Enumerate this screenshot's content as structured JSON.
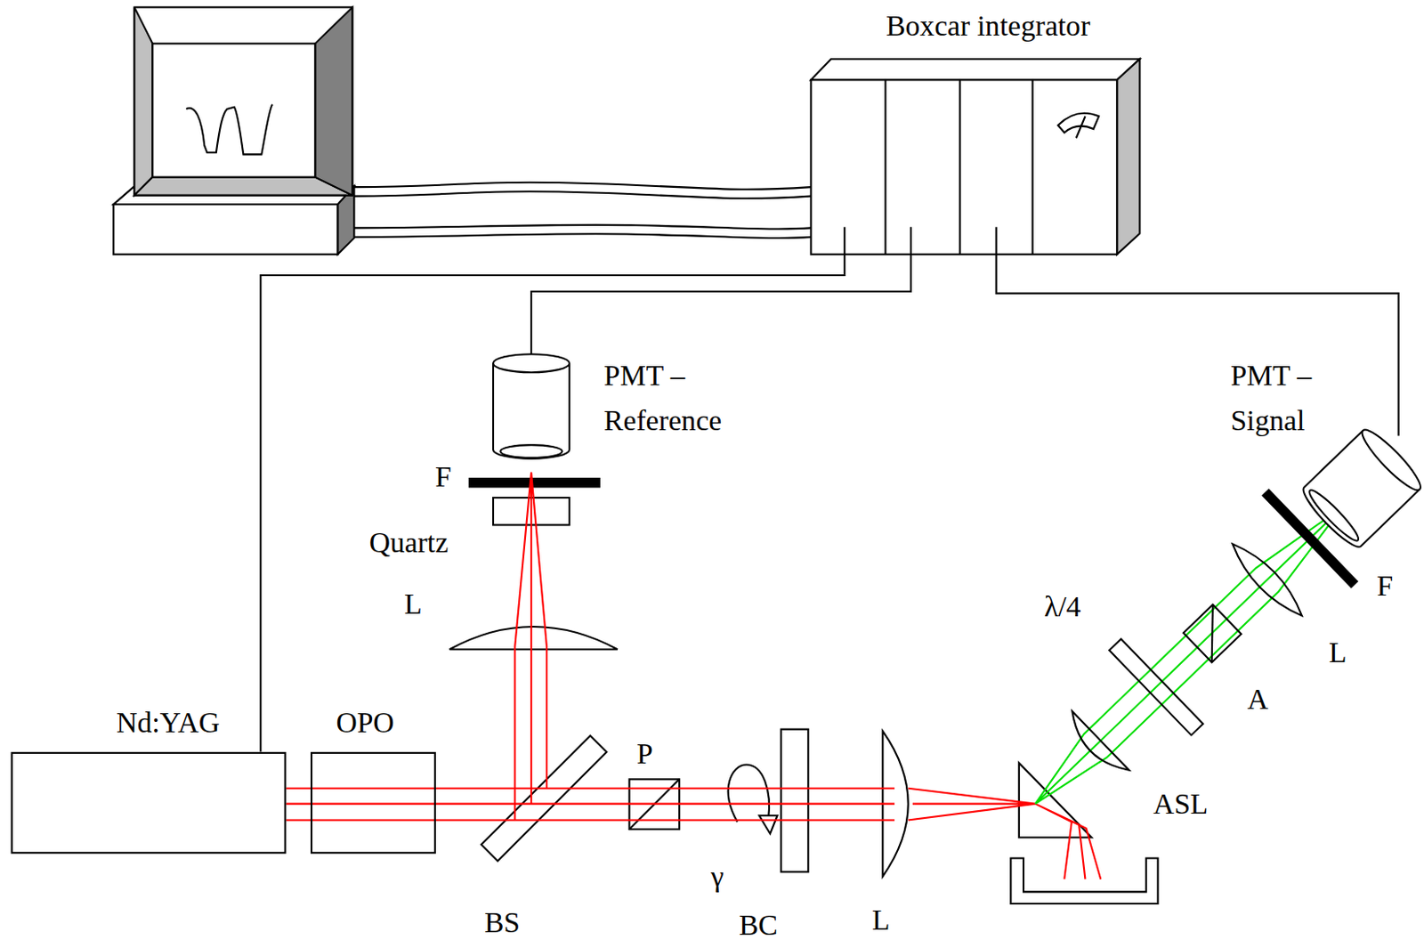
{
  "diagram": {
    "nodes": [
      {
        "text": [
          "Boxcar integrator"
        ]
      },
      {
        "text": [
          "PMT – Reference"
        ]
      },
      {
        "text": [
          "PMT – Signal"
        ]
      },
      {
        "text": [
          "Nd:YAG"
        ]
      },
      {
        "text": [
          "OPO"
        ]
      }
    ],
    "edges": [
      {
        "from": 3,
        "to": 0,
        "arrow": "none"
      },
      {
        "from": 1,
        "to": 0,
        "arrow": "none"
      },
      {
        "from": 2,
        "to": 0,
        "arrow": "none"
      }
    ],
    "labels": [
      "F",
      "Quartz",
      "L",
      "BS",
      "P",
      "γ",
      "BC",
      "L",
      "ASL",
      "λ/4",
      "A",
      "L",
      "F"
    ]
  }
}
